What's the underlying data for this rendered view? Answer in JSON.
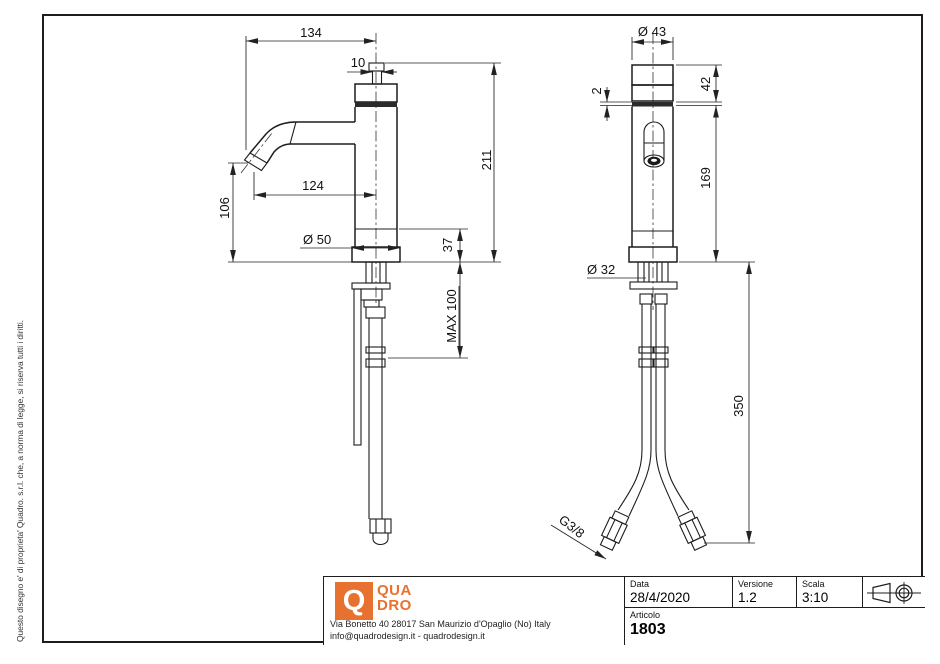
{
  "note_left": "Questo disegno e' di proprieta' Quadro. s.r.l. che, a norma di legge, si riserva tutti i diritti.",
  "views": {
    "side": {
      "width": "134",
      "handle_stem": "10",
      "total_height": "211",
      "spout_reach": "124",
      "spout_height": "106",
      "base_diameter": "Ø 50",
      "base_height": "37",
      "max_counter": "MAX 100"
    },
    "front": {
      "top_diameter": "Ø 43",
      "groove": "2",
      "cap_height": "42",
      "body_height": "169",
      "shank_diameter": "Ø 32",
      "hose_length": "350",
      "thread_size": "G3/8"
    }
  },
  "title_block": {
    "brand": {
      "mark": "Q",
      "name_line1": "QUA",
      "name_line2": "DRO",
      "accent_color": "#e7712e"
    },
    "address_line1": "Via Bonetto 40  28017 San Maurizio d'Opaglio (No) Italy",
    "address_line2": "info@quadrodesign.it  -  quadrodesign.it",
    "fields": {
      "data_label": "Data",
      "data_value": "28/4/2020",
      "versione_label": "Versione",
      "versione_value": "1.2",
      "scala_label": "Scala",
      "scala_value": "3:10",
      "articolo_label": "Articolo",
      "articolo_value": "1803"
    }
  }
}
